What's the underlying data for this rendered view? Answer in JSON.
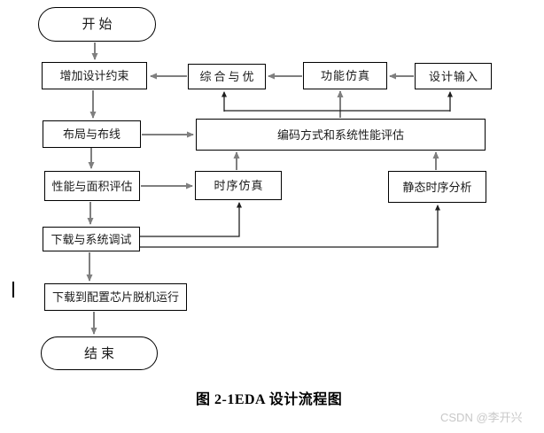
{
  "diagram": {
    "nodes": {
      "start": "开始",
      "add_constraints": "增加设计约束",
      "synthesis": "综合与优",
      "functional_sim": "功能仿真",
      "design_input": "设计输入",
      "place_route": "布局与布线",
      "coding_eval": "编码方式和系统性能评估",
      "perf_area_eval": "性能与面积评估",
      "timing_sim": "时序仿真",
      "static_timing": "静态时序分析",
      "download_debug": "下载与系统调试",
      "download_chip": "下载到配置芯片脱机运行",
      "end": "结束"
    },
    "caption": "图 2-1EDA 设计流程图",
    "watermark": "CSDN @李开兴",
    "colors": {
      "bg": "#ffffff",
      "line_gray": "#7f7f7f",
      "line_black": "#1f1f1f",
      "border_color": "#000000",
      "text_color": "#1a1a1a",
      "watermark_color": "#c8c8c8"
    }
  }
}
